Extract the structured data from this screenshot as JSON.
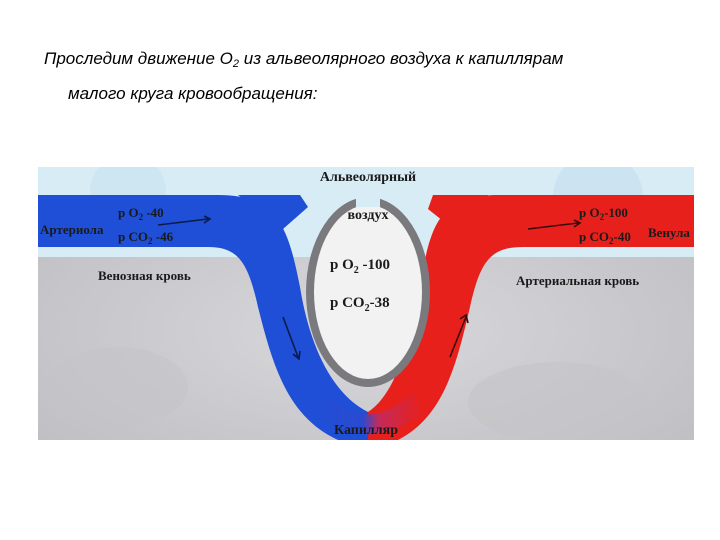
{
  "title": {
    "part1": "Проследим движение О",
    "sub": "2",
    "part2": " из альвеолярного воздуха  к капиллярам",
    "line2": "малого  круга кровообращения:"
  },
  "diagram": {
    "alveolar_air_line1": "Альвеолярный",
    "alveolar_air_line2": "воздух",
    "alveolus_pO2": "р О",
    "alveolus_pO2_sub": "2",
    "alveolus_pO2_val": " -100",
    "alveolus_pCO2": "р СО",
    "alveolus_pCO2_sub": "2",
    "alveolus_pCO2_val": "-38",
    "arteriole_label": "Артериола",
    "arteriole_pO2": "р О",
    "arteriole_pO2_sub": "2",
    "arteriole_pO2_val": " -40",
    "arteriole_pCO2": "р СО",
    "arteriole_pCO2_sub": "2",
    "arteriole_pCO2_val": " -46",
    "venous_blood": "Венозная кровь",
    "venule_label": "Венула",
    "venule_pO2": "р О",
    "venule_pO2_sub": "2",
    "venule_pO2_val": "-100",
    "venule_pCO2": "р СО",
    "venule_pCO2_sub": "2",
    "venule_pCO2_val": "-40",
    "arterial_blood": "Артериальная кровь",
    "capillary_label": "Капилляр",
    "colors": {
      "venous": "#1f4fd6",
      "arterial": "#e8201c",
      "tissue": "#c9c9cd",
      "air": "#d7ecf5"
    }
  }
}
